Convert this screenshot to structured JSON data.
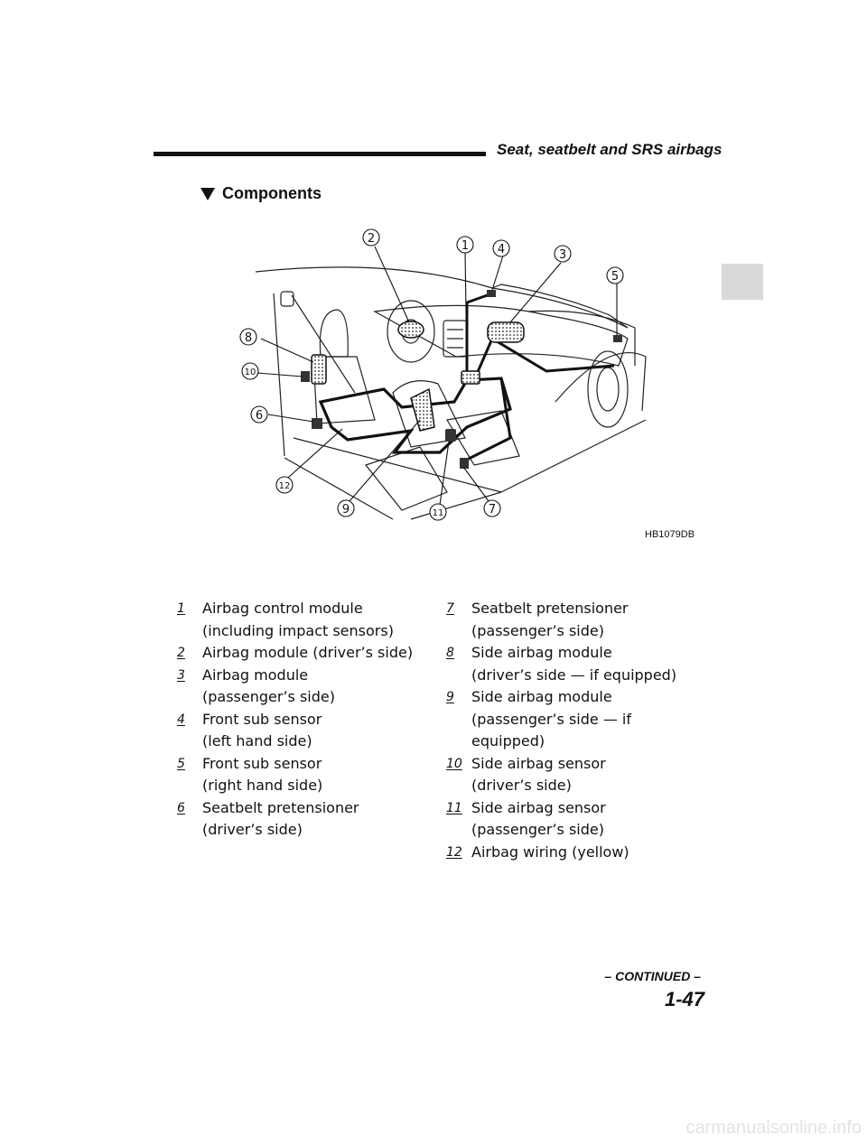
{
  "header": {
    "title": "Seat, seatbelt and SRS airbags"
  },
  "section": {
    "heading": "Components",
    "marker_icon": "down-triangle-icon"
  },
  "figure": {
    "code": "HB1079DB",
    "callouts": [
      "1",
      "2",
      "3",
      "4",
      "5",
      "6",
      "7",
      "8",
      "10",
      "11",
      "12",
      "9"
    ]
  },
  "legend": {
    "left": [
      {
        "num": "1",
        "text": "Airbag control module\n(including impact sensors)"
      },
      {
        "num": "2",
        "text": "Airbag module (driver’s side)"
      },
      {
        "num": "3",
        "text": "Airbag module\n(passenger’s side)"
      },
      {
        "num": "4",
        "text": "Front sub sensor\n(left hand side)"
      },
      {
        "num": "5",
        "text": "Front sub sensor\n(right hand side)"
      },
      {
        "num": "6",
        "text": "Seatbelt pretensioner\n(driver’s side)"
      }
    ],
    "right": [
      {
        "num": "7",
        "text": "Seatbelt pretensioner\n(passenger’s side)"
      },
      {
        "num": "8",
        "text": "Side airbag module\n(driver’s side — if equipped)"
      },
      {
        "num": "9",
        "text": "Side airbag module\n(passenger’s side — if\nequipped)"
      },
      {
        "num": "10",
        "text": "Side airbag sensor\n(driver’s side)"
      },
      {
        "num": "11",
        "text": "Side airbag sensor\n(passenger’s side)"
      },
      {
        "num": "12",
        "text": "Airbag wiring (yellow)"
      }
    ]
  },
  "footer": {
    "continued": "– CONTINUED –",
    "page_number": "1-47",
    "watermark": "carmanualsonline.info"
  }
}
